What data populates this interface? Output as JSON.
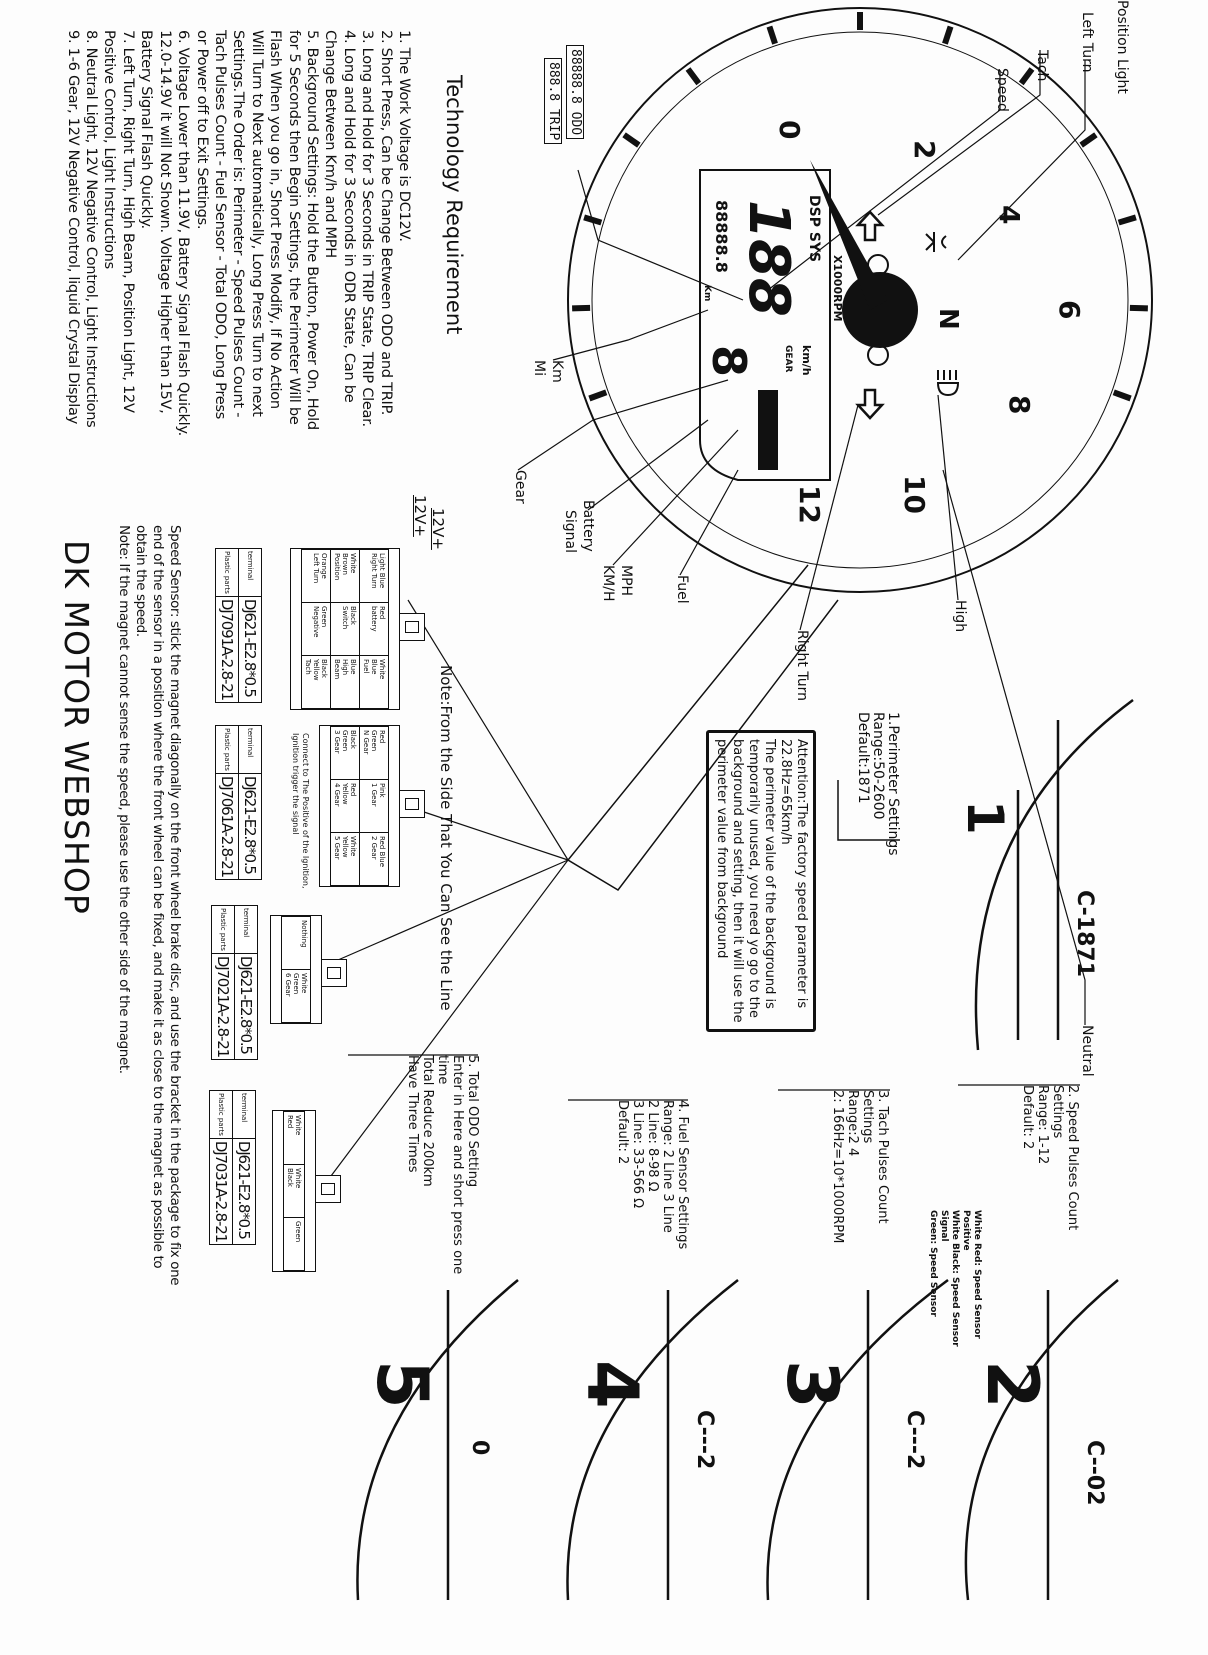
{
  "gauge": {
    "labels_left": {
      "position_light": "Position Light",
      "left_turn": "Left Turn",
      "tach": "Tach",
      "speed": "Speed"
    },
    "labels_right": {
      "neutral": "Neutral",
      "high": "High",
      "right_turn": "Right Turn",
      "fuel": "Fuel",
      "mph": "MPH",
      "kmh": "KM/H",
      "battery": "Battery",
      "signal": "Signal",
      "gear": "Gear",
      "km": "Km",
      "mi": "Mi"
    },
    "odo_readout": "88888.8 ODO",
    "trip_readout": "888.8 TRIP",
    "scale": [
      "0",
      "2",
      "4",
      "6",
      "8",
      "10",
      "12"
    ],
    "rpm_unit": "X1000RPM",
    "lcd": {
      "mode": "DSP SYS",
      "speed": "188",
      "speed_unit": "km/h",
      "gear": "8",
      "gear_label": "GEAR",
      "odo": "88888.8",
      "odo_unit": "Km"
    },
    "neutral_symbol": "N"
  },
  "tech": {
    "title": "Technology Requirement",
    "lines": [
      "1.  The Work Voltage is DC12V.",
      "2.  Short Press, Can be Change Between ODO and TRIP.",
      "3.  Long and Hold for 3 Seconds in TRIP State, TRIP Clear.",
      "4.  Long and Hold for 3 Seconds in ODR State, Can be",
      "Change Between Km/h and MPH",
      "5.  Background Settings: Hold the Button, Power On, Hold",
      "for 5 Seconds then Begin Settings, the Perimeter Will be",
      "Flash When you go in, Short Press Modify, If No Action",
      "Will Turn to Next automatically, Long Press Turn to next",
      "Settings.The Order is: Perimeter - Speed Pulses Count -",
      "Tach Pulses Count - Fuel Sensor - Total ODO, Long Press",
      "or Power off to Exit Settings.",
      "6.  Voltage Lower than 11.9V, Battery Signal Flash Quickly.",
      "12.0-14.9V it will Not Shown. Voltage Higher than 15V,",
      "Battery Signal Flash Quickly.",
      "7.  Left Turn, Right Turn, High Beam, Position Light, 12V",
      "Positive Control, Light Instructions",
      "8.  Neutral Light, 12V Negative Control, Light Instructions",
      "9.  1-6 Gear, 12V Negative Control, liquid Crystal Display"
    ]
  },
  "wiring": {
    "v12_a": "12V+",
    "v12_b": "12V+",
    "note": "Note:From the Side That You Can See the Line",
    "ignition_note": [
      "Connect to The Positive of the Ignition,",
      "Ignition trigger the signal"
    ],
    "terminal_label": "terminal",
    "plastic_label": "Plastic parts",
    "connectors": [
      {
        "rows": [
          [
            "Light Blue",
            "Right Turn"
          ],
          [
            "Red",
            "battery"
          ],
          [
            "White",
            "Blue",
            "Fuel"
          ],
          [
            "White",
            "Brown",
            "Position"
          ],
          [
            "Black",
            "Switch"
          ],
          [
            "Blue",
            "High",
            "Beam"
          ],
          [
            "Orange",
            "Left Turn"
          ],
          [
            "Green",
            "Negative"
          ],
          [
            "Black",
            "Yellow",
            "Tach"
          ]
        ],
        "terminal": "DJ621-E2.8*0.5",
        "plastic": "DJ7091A-2.8-21"
      },
      {
        "rows": [
          [
            "Red",
            "Green",
            "N Gear"
          ],
          [
            "Pink",
            "1 Gear"
          ],
          [
            "Red Blue",
            "2 Gear"
          ],
          [
            "Black",
            "Green",
            "3 Gear"
          ],
          [
            "Red",
            "Yellow",
            "4 Gear"
          ],
          [
            "White",
            "Yellow",
            "5 Gear"
          ]
        ],
        "terminal": "DJ621-E2.8*0.5",
        "plastic": "DJ7061A-2.8-21"
      },
      {
        "rows": [
          [
            "Nothing"
          ],
          [
            "White",
            "Green",
            "6 Gear"
          ]
        ],
        "terminal": "DJ621-E2.8*0.5",
        "plastic": "DJ7021A-2.8-21"
      },
      {
        "rows": [
          [
            "White",
            "Red"
          ],
          [
            "White",
            "Black"
          ],
          [
            "Green"
          ]
        ],
        "terminal": "DJ621-E2.8*0.5",
        "plastic": "DJ7031A-2.8-21"
      }
    ],
    "sensor_wires": [
      "White Red: Speed Sensor",
      "Positive",
      "White Black: Speed Sensor",
      "Signal",
      "Green: Speed Sensor"
    ]
  },
  "speed_sensor": {
    "lines": [
      "Speed Sensor: stick the magnet diagonally on the front wheel brake disc, and use the bracket in the package to fix one",
      "end of the sensor in a position where the front wheel can be fixed, and make it as close to the magnet as possible to",
      "obtain the speed.",
      "Note: If the magnet cannot sense the speed, please use the other side of the magnet."
    ]
  },
  "brand": "DK MOTOR WEBSHOP",
  "settings": {
    "perimeter": {
      "lines": [
        "1.Perimeter Settings",
        "Range:50-2600",
        "Default:1871"
      ],
      "display": "C-1871",
      "digit": "1"
    },
    "attention": [
      "Attention:The factory speed parameter is",
      "22.8Hz=65km/h",
      "The perimeter value of the background is",
      "temporarily unused, you need yo go to the",
      "background and setting, then it will use the",
      "perimeter value from background"
    ],
    "speed_pulses": {
      "lines": [
        "2. Speed Pulses Count",
        "Settings",
        "Range: 1-12",
        "Default: 2"
      ],
      "digit": "2",
      "display": "C--02"
    },
    "tach_pulses": {
      "lines": [
        "3. Tach Pulses Count",
        "Settings",
        "Range:2    4",
        "2: 166Hz=10*1000RPM"
      ],
      "digit": "3",
      "display": "C---2"
    },
    "fuel": {
      "lines": [
        "4. Fuel Sensor Settings",
        "Range: 2 Line 3 Line",
        "2 Line: 8-98 Ω",
        "3 Line: 33-566 Ω",
        "Default: 2"
      ],
      "digit": "4",
      "display": "C---2"
    },
    "odo": {
      "lines": [
        "5. Total ODO Setting",
        "Enter in Here and short press one",
        "time",
        "Total Reduce 200km",
        "Have Three Times"
      ],
      "digit": "5",
      "display": "0"
    }
  },
  "colors": {
    "ink": "#111111",
    "paper": "#fdfdfd"
  }
}
